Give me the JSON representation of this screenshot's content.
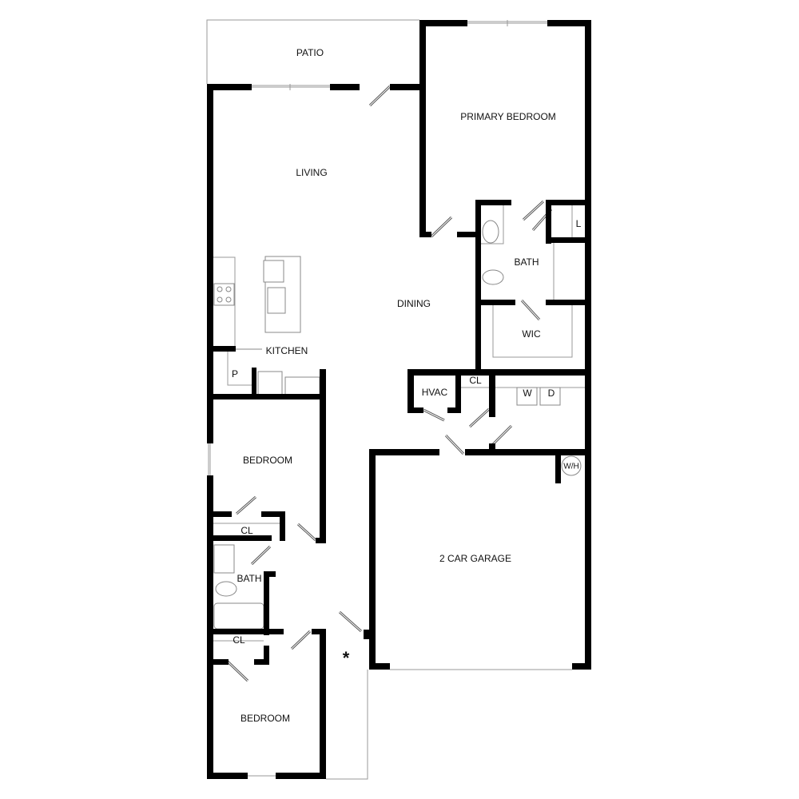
{
  "title": "Floor plan",
  "rooms": {
    "patio": "PATIO",
    "living": "LIVING",
    "primary_bedroom": "PRIMARY BEDROOM",
    "primary_bath": "BATH",
    "linen": "L",
    "wic": "WIC",
    "dining": "DINING",
    "kitchen": "KITCHEN",
    "pantry": "P",
    "hvac": "HVAC",
    "laundry_closet": "CL",
    "washer": "W",
    "dryer": "D",
    "water_heater": "W/H",
    "garage": "2 CAR GARAGE",
    "bedroom_1": "BEDROOM",
    "bedroom_1_closet": "CL",
    "bath_2": "BATH",
    "bedroom_2_closet": "CL",
    "bedroom_2": "BEDROOM",
    "entry_marker": "*"
  }
}
